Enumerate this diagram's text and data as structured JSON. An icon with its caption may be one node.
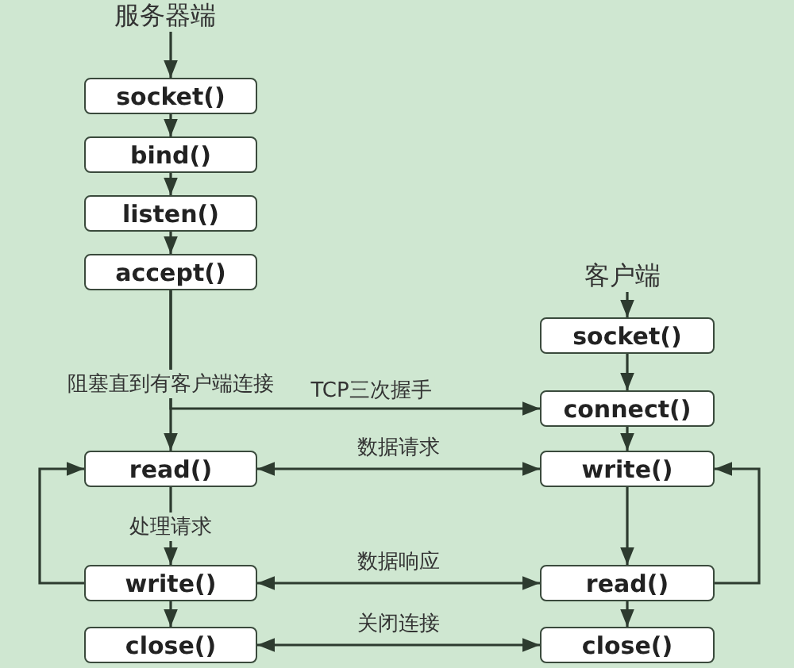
{
  "diagram": {
    "nodes": [
      {
        "text": [
          "服务器端"
        ]
      },
      {
        "text": [
          "socket()"
        ]
      },
      {
        "text": [
          "bind()"
        ]
      },
      {
        "text": [
          "listen()"
        ]
      },
      {
        "text": [
          "accept()"
        ]
      },
      {
        "text": [
          "read()"
        ]
      },
      {
        "text": [
          "write()"
        ]
      },
      {
        "text": [
          "close()"
        ]
      },
      {
        "text": [
          "客户端"
        ]
      },
      {
        "text": [
          "socket()"
        ]
      },
      {
        "text": [
          "connect()"
        ]
      },
      {
        "text": [
          "write()"
        ]
      },
      {
        "text": [
          "read()"
        ]
      },
      {
        "text": [
          "close()"
        ]
      }
    ],
    "edges": [
      {
        "from": 0,
        "to": 1,
        "arrow": "to"
      },
      {
        "from": 1,
        "to": 2,
        "arrow": "to"
      },
      {
        "from": 2,
        "to": 3,
        "arrow": "to"
      },
      {
        "from": 3,
        "to": 4,
        "arrow": "to"
      },
      {
        "from": 4,
        "to": 5,
        "arrow": "to",
        "label": "阻塞直到有客户端连接"
      },
      {
        "from": 5,
        "to": 6,
        "arrow": "to",
        "label": "处理请求"
      },
      {
        "from": 6,
        "to": 7,
        "arrow": "to"
      },
      {
        "from": 6,
        "to": 5,
        "arrow": "to"
      },
      {
        "from": 8,
        "to": 9,
        "arrow": "to"
      },
      {
        "from": 9,
        "to": 10,
        "arrow": "to"
      },
      {
        "from": 10,
        "to": 11,
        "arrow": "to"
      },
      {
        "from": 11,
        "to": 12,
        "arrow": "to"
      },
      {
        "from": 12,
        "to": 13,
        "arrow": "to"
      },
      {
        "from": 12,
        "to": 11,
        "arrow": "to"
      },
      {
        "from": 4,
        "to": 10,
        "arrow": "to",
        "label": "TCP三次握手"
      },
      {
        "from": 11,
        "to": 5,
        "arrow": "both",
        "label": "数据请求"
      },
      {
        "from": 6,
        "to": 12,
        "arrow": "both",
        "label": "数据响应"
      },
      {
        "from": 7,
        "to": 13,
        "arrow": "both",
        "label": "关闭连接"
      }
    ]
  }
}
